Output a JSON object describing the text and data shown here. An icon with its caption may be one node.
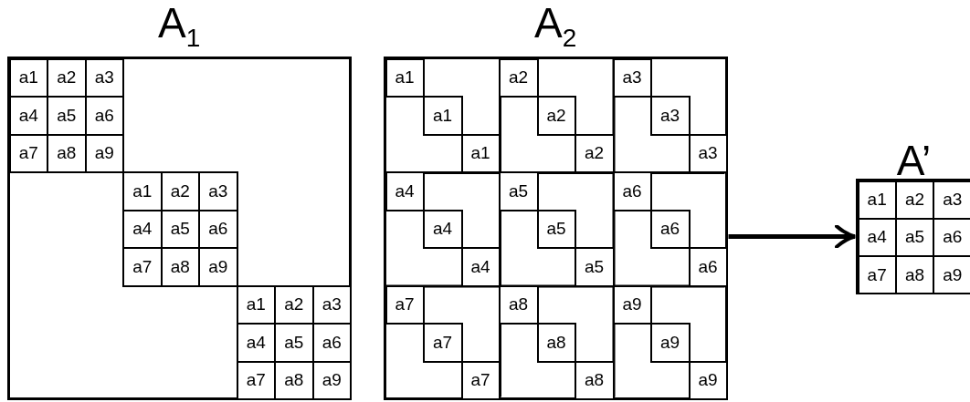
{
  "diagram": {
    "nodes": [
      {
        "text": [
          "A$_{1}$"
        ]
      },
      {
        "text": [
          "A$_{2}$"
        ]
      },
      {
        "text": [
          "A’"
        ]
      }
    ],
    "edges": [
      {
        "from": 1,
        "to": 2,
        "arrow": "to"
      }
    ],
    "labels": [
      "a1",
      "a2",
      "a3",
      "a4",
      "a5",
      "a6",
      "a7",
      "a8",
      "a9",
      "a1",
      "a2",
      "a3",
      "a4",
      "a5",
      "a6",
      "a7",
      "a8",
      "a9",
      "a1",
      "a2",
      "a3",
      "a4",
      "a5",
      "a6",
      "a7",
      "a8",
      "a9",
      "a1",
      "a2",
      "a3",
      "a1",
      "a2",
      "a3",
      "a1",
      "a2",
      "a3",
      "a4",
      "a5",
      "a6",
      "a4",
      "a5",
      "a6",
      "a4",
      "a5",
      "a6",
      "a7",
      "a8",
      "a9",
      "a7",
      "a8",
      "a9",
      "a7",
      "a8",
      "a9",
      "a1",
      "a2",
      "a3",
      "a4",
      "a5",
      "a6",
      "a7",
      "a8",
      "a9"
    ]
  }
}
